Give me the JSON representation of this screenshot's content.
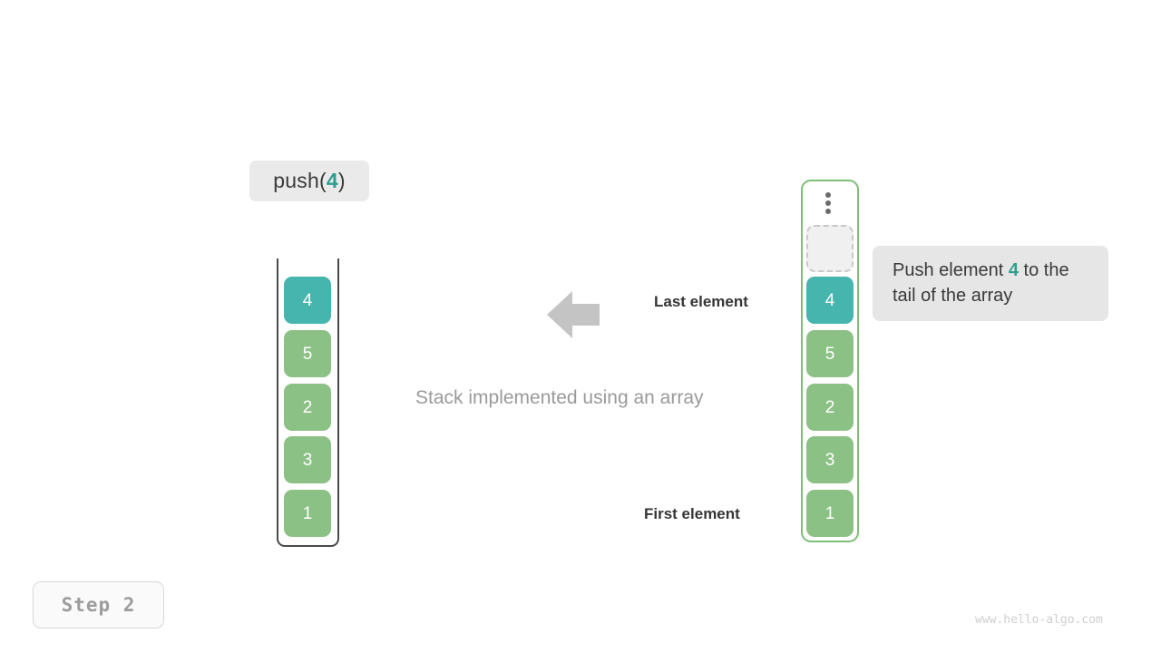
{
  "operation": {
    "prefix": "push(",
    "arg": "4",
    "suffix": ")"
  },
  "caption": "Stack implemented using an array",
  "labels": {
    "last_element": "Last element",
    "first_element": "First element"
  },
  "tooltip": {
    "part1": "Push element ",
    "highlight": "4",
    "part2": " to the tail of the array"
  },
  "stack": {
    "name": "stack-implemented-using-array",
    "cells": [
      {
        "value": "4",
        "color": "teal"
      },
      {
        "value": "5",
        "color": "green"
      },
      {
        "value": "2",
        "color": "green"
      },
      {
        "value": "3",
        "color": "green"
      },
      {
        "value": "1",
        "color": "green"
      }
    ]
  },
  "array": {
    "name": "backing-array",
    "ellipsis_icon": "vertical-ellipsis-icon",
    "empty_slot_label": "",
    "cells": [
      {
        "value": "4",
        "color": "teal"
      },
      {
        "value": "5",
        "color": "green"
      },
      {
        "value": "2",
        "color": "green"
      },
      {
        "value": "3",
        "color": "green"
      },
      {
        "value": "1",
        "color": "green"
      }
    ]
  },
  "arrow": {
    "icon": "arrow-left-icon",
    "color": "#c4c4c4"
  },
  "step": {
    "label": "Step 2"
  },
  "watermark": "www.hello-algo.com",
  "colors": {
    "teal": "#46b5ad",
    "green": "#8cc185",
    "accent_text": "#2f9e8f",
    "pill_bg": "#eaeaea",
    "tooltip_bg": "#e6e6e6",
    "array_border": "#7dbf77",
    "stack_border": "#4a4a4a"
  }
}
